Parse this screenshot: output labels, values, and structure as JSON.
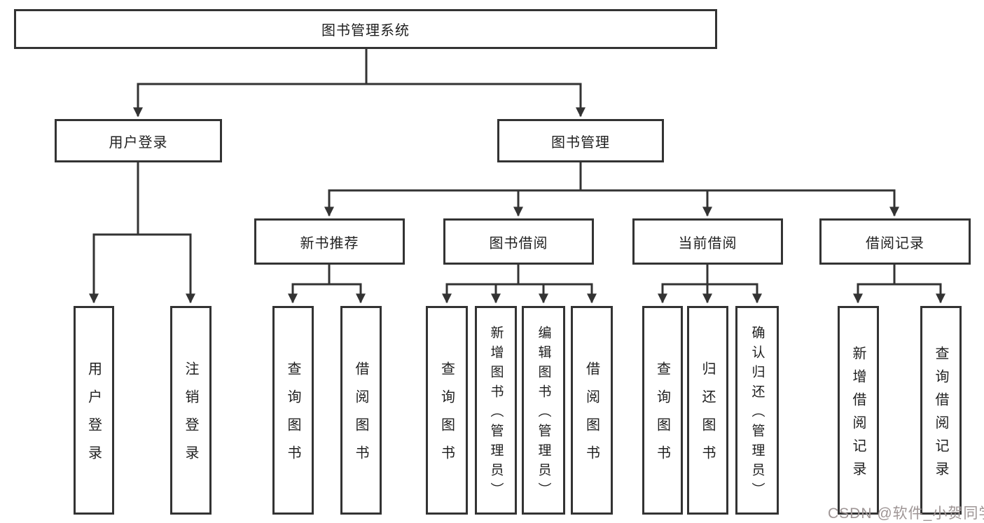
{
  "tree": {
    "label": "图书管理系统",
    "children": [
      {
        "label": "用户登录",
        "children": [
          {
            "label": "用户登录"
          },
          {
            "label": "注销登录"
          }
        ]
      },
      {
        "label": "图书管理",
        "children": [
          {
            "label": "新书推荐",
            "children": [
              {
                "label": "查询图书"
              },
              {
                "label": "借阅图书"
              }
            ]
          },
          {
            "label": "图书借阅",
            "children": [
              {
                "label": "查询图书"
              },
              {
                "label": "新增图书（管理员）"
              },
              {
                "label": "编辑图书（管理员）"
              },
              {
                "label": "借阅图书"
              }
            ]
          },
          {
            "label": "当前借阅",
            "children": [
              {
                "label": "查询图书"
              },
              {
                "label": "归还图书"
              },
              {
                "label": "确认归还（管理员）"
              }
            ]
          },
          {
            "label": "借阅记录",
            "children": [
              {
                "label": "新增借阅记录"
              },
              {
                "label": "查询借阅记录"
              }
            ]
          }
        ]
      }
    ]
  },
  "watermark": {
    "text": "CSDN @软件_小贺同学",
    "color": "#9e9595"
  },
  "colors": {
    "line": "#333333",
    "box_border": "#333333",
    "box_background": "#ffffff",
    "text": "#1f1f1f",
    "page_background": "#ffffff"
  }
}
